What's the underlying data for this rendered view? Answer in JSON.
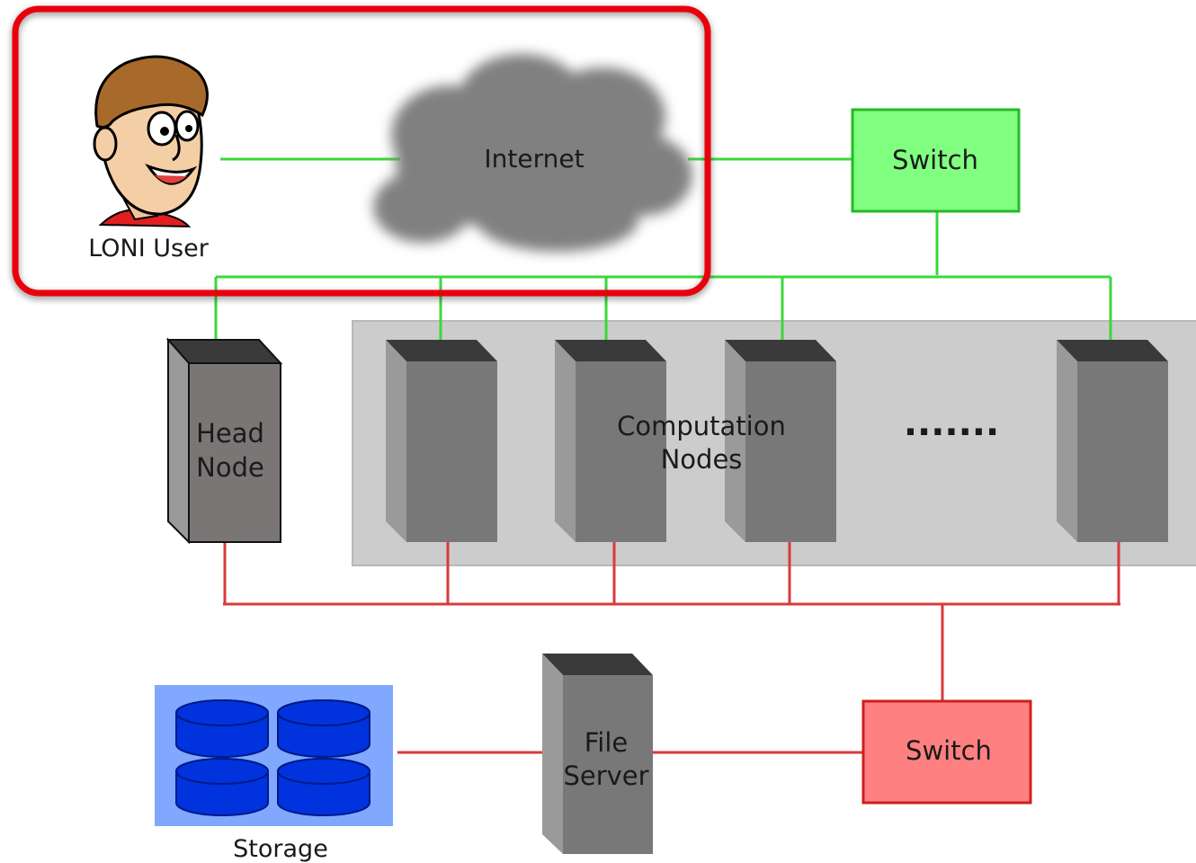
{
  "labels": {
    "user": "LONI User",
    "internet": "Internet",
    "switch_top": "Switch",
    "head_node": [
      "Head",
      "Node"
    ],
    "computation_nodes": [
      "Computation",
      "Nodes"
    ],
    "ellipsis": ".......",
    "switch_bottom": "Switch",
    "file_server": [
      "File",
      "Server"
    ],
    "storage": "Storage"
  },
  "colors": {
    "highlight": "#e8000b",
    "green_link": "#3ad83a",
    "red_link": "#d93a3a",
    "switch_top_fill": "#80ff80",
    "switch_top_border": "#22bb22",
    "switch_bottom_fill": "#ff8080",
    "switch_bottom_border": "#cc2020",
    "cloud": "#808080",
    "compute_area": "#cccccc",
    "storage_bg": "#80a8ff",
    "disk": "#0033dd",
    "server_front": "#787878",
    "server_side": "#9a9a9a",
    "server_top": "#3a3a3a"
  },
  "icons": {
    "user": "cartoon-person-icon",
    "internet": "cloud-icon",
    "servers": "server-tower-icon",
    "storage": "disk-array-icon"
  }
}
